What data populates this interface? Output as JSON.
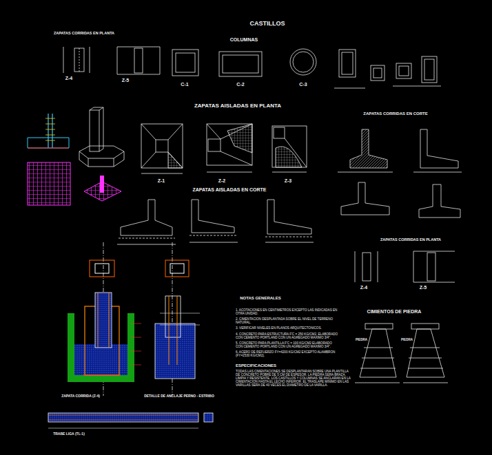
{
  "diagram": {
    "labels": [
      "CASTILLOS",
      "ZAPATAS CORRIDAS EN PLANTA",
      "COLUMNAS",
      "Z-4",
      "Z-5",
      "C-1",
      "C-2",
      "C-3",
      "ZAPATAS AISLADAS EN PLANTA",
      "ZAPATAS CORRIDAS EN CORTE",
      "Z-1",
      "Z-2",
      "Z-3",
      "ZAPATAS AISLADAS EN CORTE",
      "ZAPATAS CORRIDAS EN PLANTA",
      "Z-4",
      "Z-5",
      "NOTAS GENERALES",
      "CIMIENTOS DE PIEDRA",
      "1. ACOTACIONES EN CENTIMETROS EXCEPTO LAS INDICADAS EN OTRA UNIDAD.",
      "2. CIMENTACION DESPLANTADA SOBRE EL NIVEL DE TERRENO NATURAL.",
      "3. VERIFICAR NIVELES EN PLANOS ARQUITECTONICOS.",
      "4. CONCRETO PARA ESTRUCTURA F'C = 250 KG/CM2, ELABORADO CON CEMENTO PORTLAND CON UN AGREGADO MAXIMO 3/4\".",
      "5. CONCRETO PARA PLANTILLA F'C = 100 KG/CM2 ELABORADO CON CEMENTO PORTLAND CON UN AGREGADO MAXIMO 3/4\".",
      "6. ACERO DE REFUERZO FY=4200 KG/CM2 EXCEPTO ALAMBRON (FY=2530 KG/CM2).",
      "ESPECIFICACIONES",
      "TODAS LAS CIMENTACIONES SE DESPLANTARAN SOBRE UNA PLANTILLA DE CONCRETO POBRE DE 5 CM DE ESPESOR. LA PIEDRA SERA BRAZA, LIMPIA Y RESISTENTE. LOS CASTILLOS Y COLUMNAS SE ANCLARAN EN LA CIMENTACION HASTA EL LECHO INFERIOR. EL TRASLAPE MINIMO EN LAS VARILLAS SERA DE 40 VECES EL DIAMETRO DE LA VARILLA.",
      "ZAPATA CORRIDA (Z-4)",
      "DETALLE DE ANCLAJE PERNO - ESTRIBO",
      "TRABE LIGA (TL-1)",
      "PIEDRA",
      "PIEDRA"
    ]
  }
}
